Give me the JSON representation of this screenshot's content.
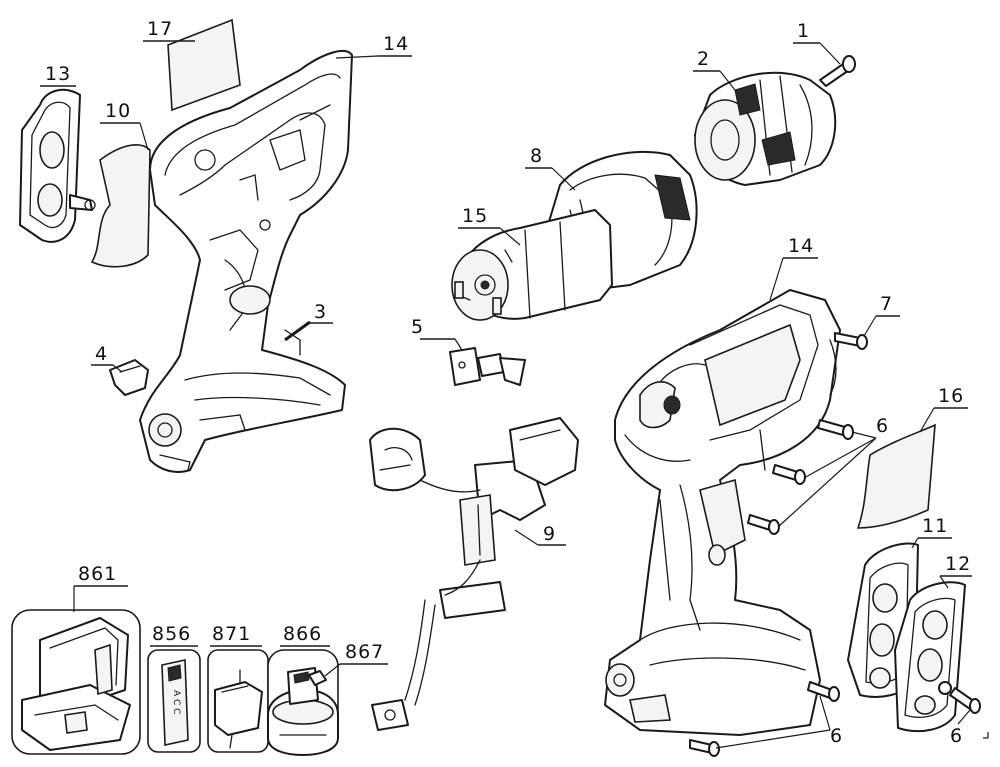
{
  "figure": {
    "ink_color": "#1a1a1a",
    "background": "#ffffff"
  },
  "callouts": {
    "c1": "1",
    "c2": "2",
    "c3": "3",
    "c4": "4",
    "c5": "5",
    "c6a": "6",
    "c6b": "6",
    "c6c": "6",
    "c7": "7",
    "c8": "8",
    "c9": "9",
    "c10": "10",
    "c11": "11",
    "c12": "12",
    "c13": "13",
    "c14a": "14",
    "c14b": "14",
    "c15a": "15",
    "c16": "16",
    "c17": "17",
    "c856": "856",
    "c861": "861",
    "c866": "866",
    "c867": "867",
    "c871": "871"
  },
  "accessory_label": {
    "text": "A C C"
  }
}
